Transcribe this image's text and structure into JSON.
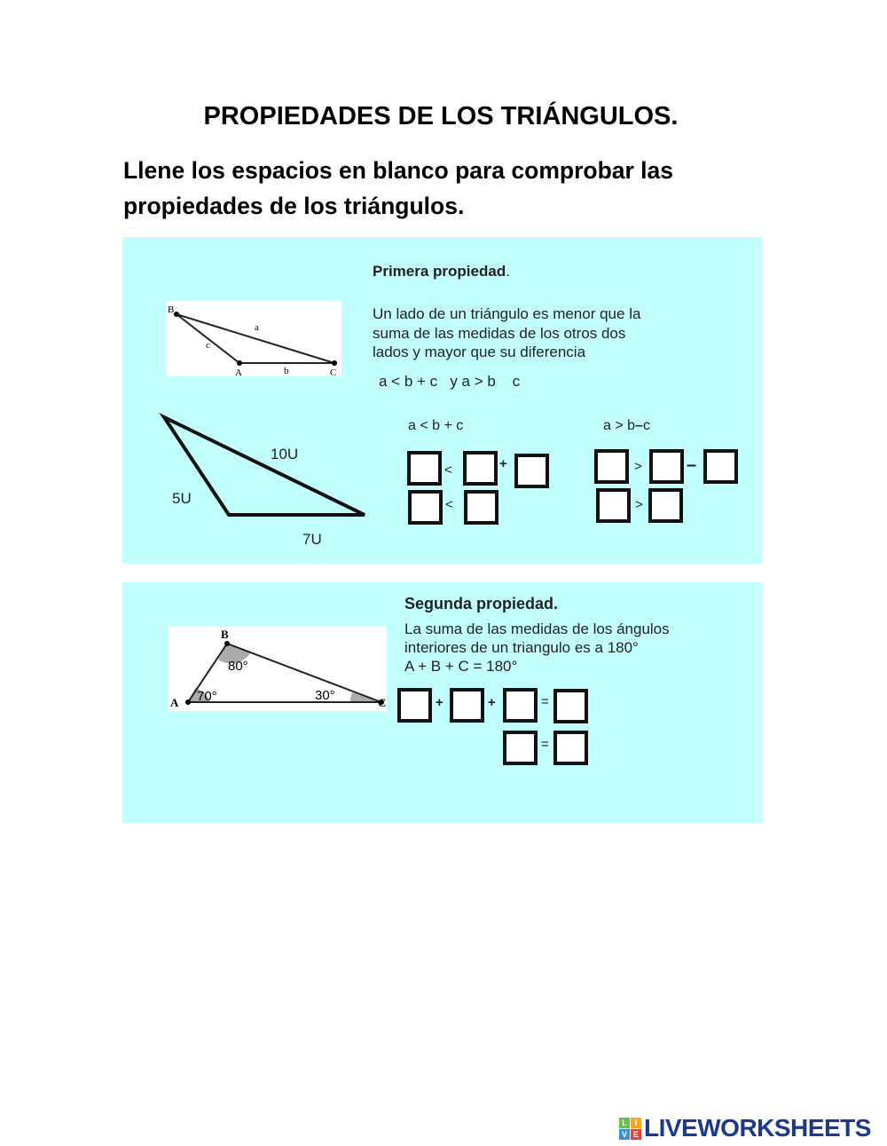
{
  "header": {
    "title": "PROPIEDADES DE LOS TRIÁNGULOS.",
    "instruction": "Llene los espacios en blanco para comprobar las propiedades de los triángulos."
  },
  "property1": {
    "heading": "Primera propiedad",
    "heading_suffix": ".",
    "description_lines": [
      "Un lado de un triángulo es menor que la",
      "suma de las medidas de los otros dos",
      "lados y mayor que su diferencia"
    ],
    "formula": "a < b + c   y a > b    c",
    "reference_figure": {
      "vertices": [
        "B",
        "A",
        "C"
      ],
      "sides": [
        "a",
        "b",
        "c"
      ]
    },
    "example_triangle": {
      "sides": [
        "10U",
        "5U",
        "7U"
      ]
    },
    "left_group": {
      "label": "a < b + c",
      "row1_ops": [
        "<",
        "+"
      ],
      "row2_ops": [
        "<"
      ]
    },
    "right_group": {
      "label_a": "a > b",
      "label_minus": "–",
      "label_c": "c",
      "row1_ops": [
        ">",
        "–"
      ],
      "row2_ops": [
        ">"
      ]
    }
  },
  "property2": {
    "heading": "Segunda propiedad.",
    "description_lines": [
      "La suma de las medidas de los ángulos",
      "interiores de un triangulo es a 180°",
      "A + B + C = 180°"
    ],
    "figure": {
      "vertices": [
        "A",
        "B",
        "C"
      ],
      "angles": [
        "70°",
        "80°",
        "30°"
      ]
    },
    "row1_ops": [
      "+",
      "+",
      "="
    ],
    "row2_ops": [
      "="
    ]
  },
  "footer": {
    "brand": "LIVEWORKSHEETS",
    "logo_letters": [
      "L",
      "I",
      "V",
      "E"
    ],
    "logo_colors": [
      "#6cc04a",
      "#f7a823",
      "#3b8fd9",
      "#e8413c"
    ],
    "brand_color": "#1b3a8c"
  },
  "colors": {
    "panel": "#c2ffff"
  }
}
